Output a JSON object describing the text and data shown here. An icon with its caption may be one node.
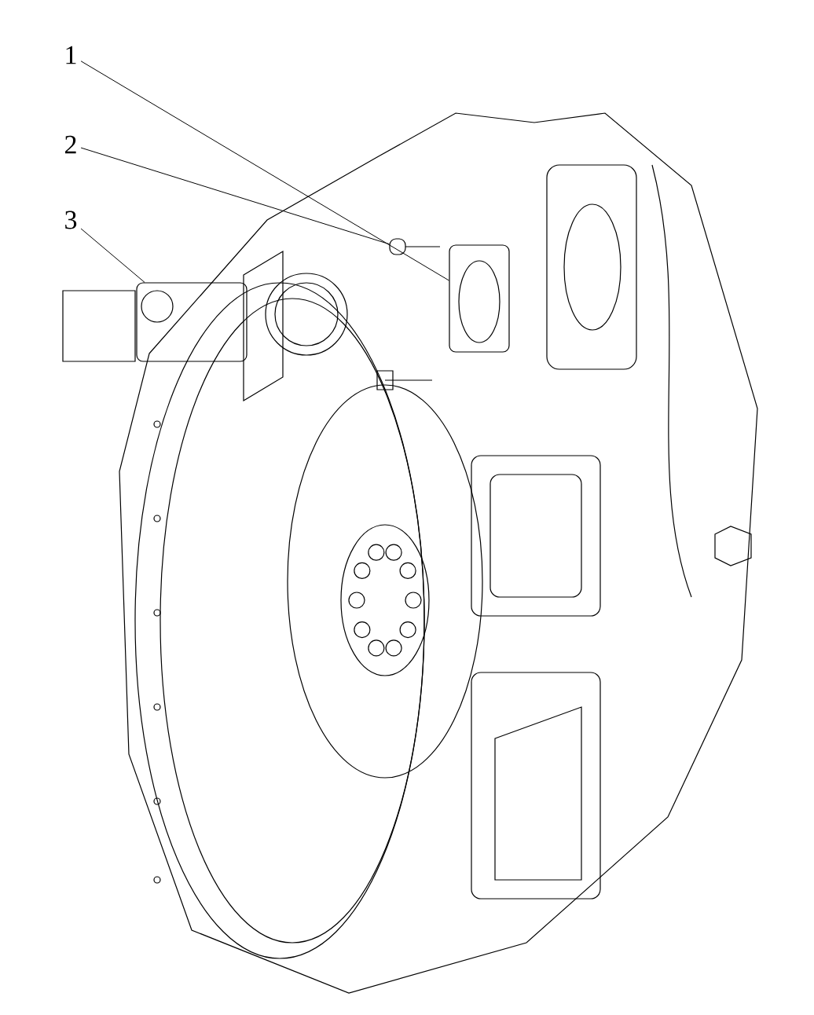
{
  "diagram": {
    "nodes": [
      {
        "text": [
          "1"
        ]
      },
      {
        "text": [
          "2"
        ]
      },
      {
        "text": [
          "3"
        ]
      },
      {
        "text": [],
        "shape": "box"
      },
      {
        "text": [],
        "shape": "box"
      },
      {
        "text": [],
        "shape": "box"
      }
    ],
    "edges": [
      {
        "from": 0,
        "to": 3,
        "arrow": "none"
      },
      {
        "from": 1,
        "to": 4,
        "arrow": "none"
      },
      {
        "from": 2,
        "to": 5,
        "arrow": "none"
      }
    ]
  }
}
